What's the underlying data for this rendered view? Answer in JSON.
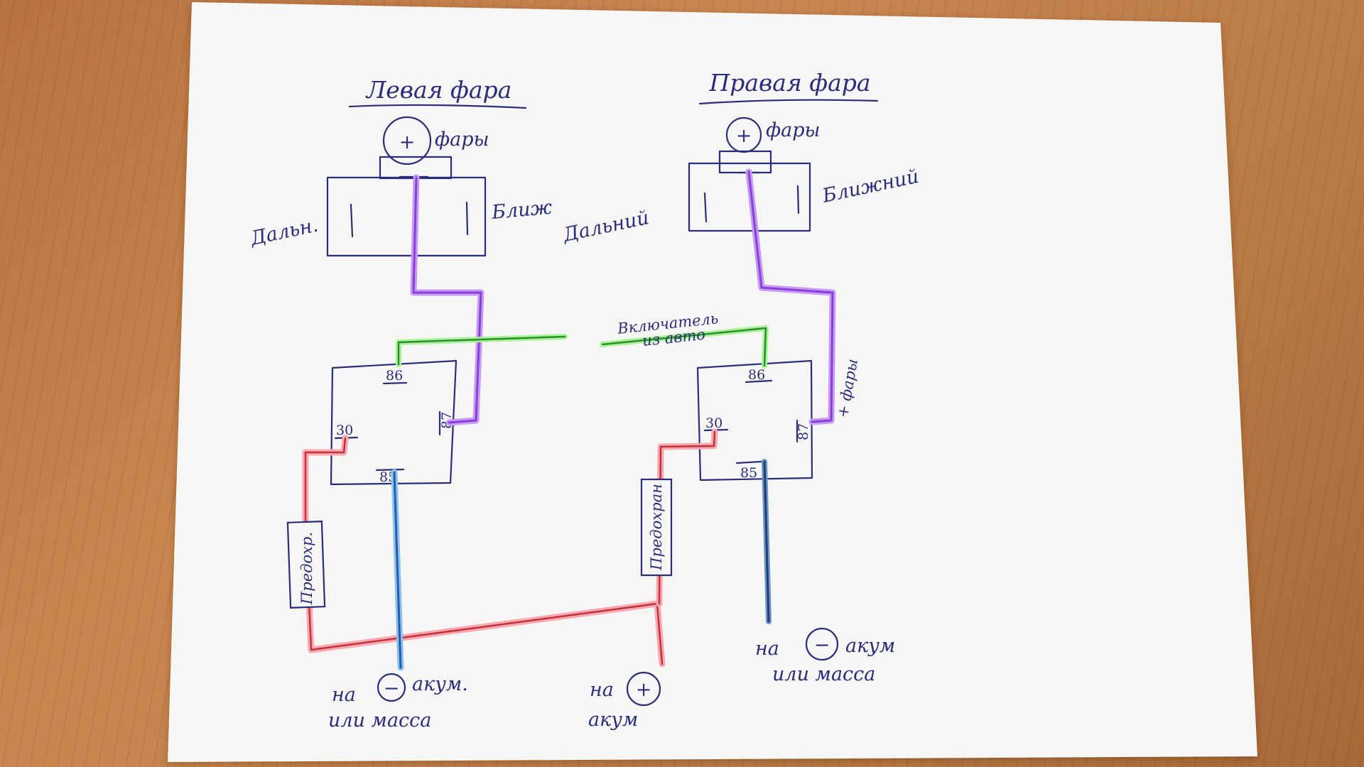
{
  "titles": {
    "left": "Левая фара",
    "right": "Правая фара"
  },
  "headlights": {
    "left": {
      "plus_sign": "+",
      "plus_label": "фары",
      "high_label": "Дальн.",
      "low_label": "Ближ"
    },
    "right": {
      "plus_sign": "+",
      "plus_label": "фары",
      "high_label": "Дальний",
      "low_label": "Ближний"
    }
  },
  "relays": {
    "left": {
      "pin_86": "86",
      "pin_30": "30",
      "pin_87": "87",
      "pin_85": "85"
    },
    "right": {
      "pin_86": "86",
      "pin_30": "30",
      "pin_87": "87",
      "pin_85": "85"
    }
  },
  "switch_label_line1": "Включатель",
  "switch_label_line2": "из авто",
  "plus_fary_label": "+ фары",
  "fuses": {
    "left": "Предохр.",
    "right": "Предохран"
  },
  "ground_left": {
    "prefix": "на",
    "sign": "−",
    "line1_rest": "акум.",
    "line2": "или масса"
  },
  "battery_plus": {
    "prefix": "на",
    "sign": "+",
    "line2": "акум"
  },
  "ground_right": {
    "prefix": "на",
    "sign": "−",
    "line1_rest": "акум",
    "line2": "или масса"
  },
  "wire_colors": {
    "ink": "#2b2d7a",
    "purple": "#a155e6",
    "green": "#6fe05a",
    "pink": "#f58a9e",
    "red": "#c23434",
    "blue": "#2e78c8"
  }
}
